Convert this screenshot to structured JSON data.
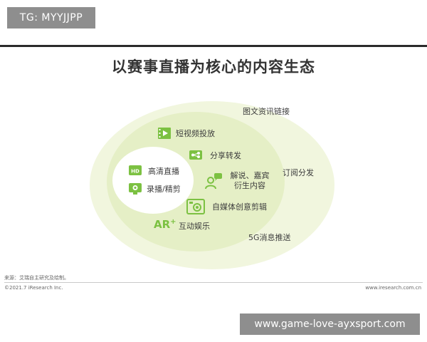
{
  "watermark_top": "TG: MYYJJPP",
  "title": "以赛事直播为核心的内容生态",
  "rings": {
    "inner": {
      "items": [
        {
          "label": "高清直播",
          "icon": "hd-icon"
        },
        {
          "label": "录播/精剪",
          "icon": "record-icon"
        }
      ]
    },
    "middle": {
      "items": [
        {
          "label": "短视频投放",
          "icon": "video-icon"
        },
        {
          "label": "分享转发",
          "icon": "share-icon"
        },
        {
          "label_line1": "解说、嘉宾",
          "label_line2": "衍生内容",
          "icon": "commentator-icon"
        },
        {
          "label": "自媒体创意剪辑",
          "icon": "camera-icon"
        },
        {
          "label": "互动娱乐",
          "logo": "AR"
        }
      ]
    },
    "outer": {
      "items": [
        {
          "label": "图文资讯链接"
        },
        {
          "label": "订阅分发"
        },
        {
          "label": "5G消息推送"
        }
      ]
    }
  },
  "footer": {
    "source": "来源：艾瑞自主研究及绘制。",
    "copyright": "©2021.7 iResearch Inc.",
    "url": "www.iresearch.com.cn"
  },
  "watermark_bottom": "www.game-love-ayxsport.com",
  "colors": {
    "outer_ring": "#f1f6de",
    "middle_ring": "#e5efc6",
    "inner_ring": "#ffffff",
    "icon_green": "#7cc142",
    "title": "#333333",
    "watermark_bg": "#8e8e8e"
  }
}
